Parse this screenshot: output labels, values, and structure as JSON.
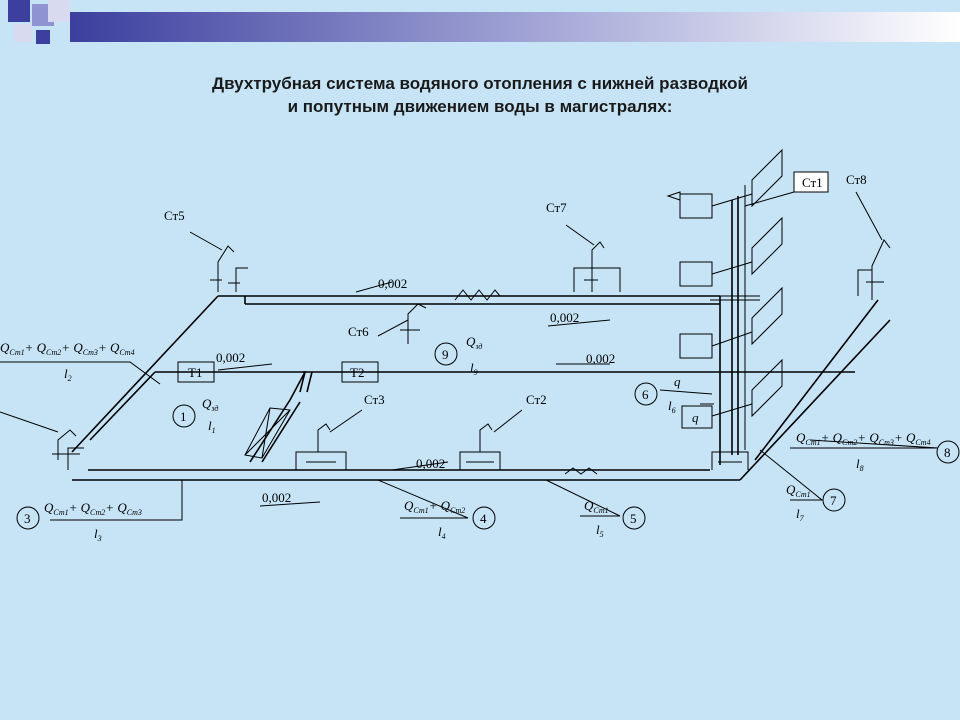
{
  "title": {
    "line1": "Двухтрубная система водяного отопления с нижней разводкой",
    "line2": "и попутным движением воды в магистралях:"
  },
  "risers": {
    "st1": "Ст1",
    "st2": "Ст2",
    "st3": "Ст3",
    "st5": "Ст5",
    "st6": "Ст6",
    "st7": "Ст7",
    "st8": "Ст8"
  },
  "points": {
    "t1": "Т1",
    "t2": "Т2"
  },
  "slopes": {
    "s1": "0,002",
    "s2": "0,002",
    "s3": "0,002",
    "s4": "0,002",
    "s5": "0,002",
    "s6": "0,002"
  },
  "sections": {
    "n1": "1",
    "n2": "9",
    "n3": "6",
    "n4": "3",
    "n5": "4",
    "n6": "5",
    "n7": "7",
    "n8": "8"
  },
  "loads": {
    "left_top": {
      "sum": "Q",
      "terms": [
        "Ст1",
        "Ст2",
        "Ст3",
        "Ст4"
      ],
      "len": "l",
      "len_sub": "2"
    },
    "left_bottom": {
      "sum": "Q",
      "terms": [
        "Ст1",
        "Ст2",
        "Ст3"
      ],
      "len": "l",
      "len_sub": "3"
    },
    "mid4": {
      "sum": "Q",
      "terms": [
        "Ст1",
        "Ст2"
      ],
      "len": "l",
      "len_sub": "4"
    },
    "mid5": {
      "sum": "Q",
      "terms": [
        "Ст1"
      ],
      "len": "l",
      "len_sub": "5"
    },
    "right7": {
      "sum": "Q",
      "terms": [
        "Ст1"
      ],
      "len": "l",
      "len_sub": "7"
    },
    "right8": {
      "sum": "Q",
      "terms": [
        "Ст1",
        "Ст2",
        "Ст3",
        "Ст4"
      ],
      "len": "l",
      "len_sub": "8"
    },
    "sec1": {
      "q": "Q",
      "q_sub": "зд",
      "len": "l",
      "len_sub": "1"
    },
    "sec9": {
      "q": "Q",
      "q_sub": "зд",
      "len": "l",
      "len_sub": "9"
    },
    "sec6": {
      "q": "q",
      "len": "l",
      "len_sub": "6"
    },
    "boiler": "q"
  },
  "colors": {
    "background": "#c6e4f6",
    "line": "#000000"
  }
}
